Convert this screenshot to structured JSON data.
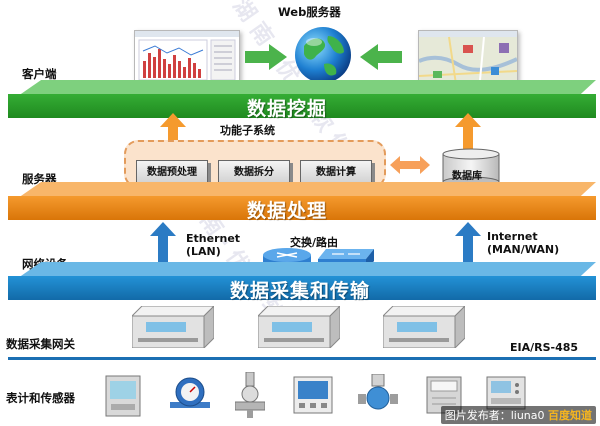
{
  "web_server_label": "Web服务器",
  "layers": {
    "client": {
      "label": "客户端",
      "bar_text": "数据挖掘"
    },
    "server": {
      "label": "服务器",
      "bar_text": "数据处理"
    },
    "network": {
      "label": "网络设备",
      "bar_text": "数据采集和传输"
    },
    "gateway": {
      "label": "数据采集网关"
    },
    "sensors": {
      "label": "表计和传感器"
    }
  },
  "subsystem": {
    "title": "功能子系统",
    "modules": [
      "数据预处理",
      "数据拆分",
      "数据计算"
    ],
    "database": "数据库"
  },
  "network_notes": {
    "ethernet": [
      "Ethernet",
      "(LAN)"
    ],
    "switch": "交换/路由",
    "internet": [
      "Internet",
      "(MAN/WAN)"
    ],
    "bus": "EIA/RS-485"
  },
  "credit": {
    "prefix": "图片发布者：liuna0",
    "suffix": "百度知道"
  },
  "colors": {
    "green_bar": "#2f9e2f",
    "orange_bar": "#f08a1d",
    "blue_bar": "#1b86c9",
    "arrow_orange": "#f59a2e",
    "arrow_blue": "#2b7bc4",
    "arrow_green": "#4bb34b"
  }
}
